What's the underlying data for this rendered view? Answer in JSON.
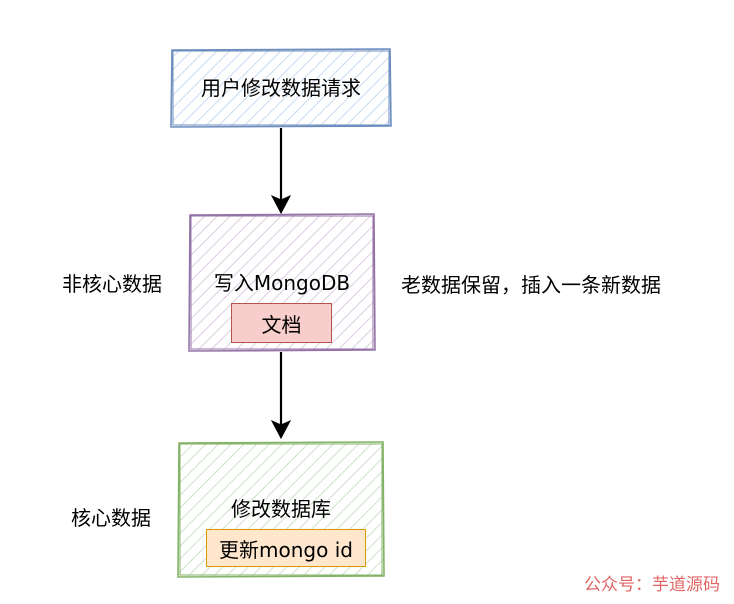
{
  "nodes": {
    "request": {
      "label": "用户修改数据请求"
    },
    "mongo": {
      "label": "写入MongoDB",
      "inner": "文档"
    },
    "db": {
      "label": "修改数据库",
      "inner": "更新mongo id"
    }
  },
  "annotations": {
    "non_core": "非核心数据",
    "keep_old": "老数据保留，插入一条新数据",
    "core": "核心数据"
  },
  "watermark": "公众号：芋道源码",
  "colors": {
    "blue_stroke": "#6c8ebf",
    "blue_hatch": "#dae8fc",
    "purple_stroke": "#9673a6",
    "purple_hatch": "#e1d5e7",
    "green_stroke": "#82b366",
    "green_hatch": "#d5e8d4",
    "red_fill": "#f8cecc",
    "red_stroke": "#b85450",
    "orange_fill": "#ffe6cc",
    "orange_stroke": "#d79b00",
    "watermark": "#e06666"
  }
}
